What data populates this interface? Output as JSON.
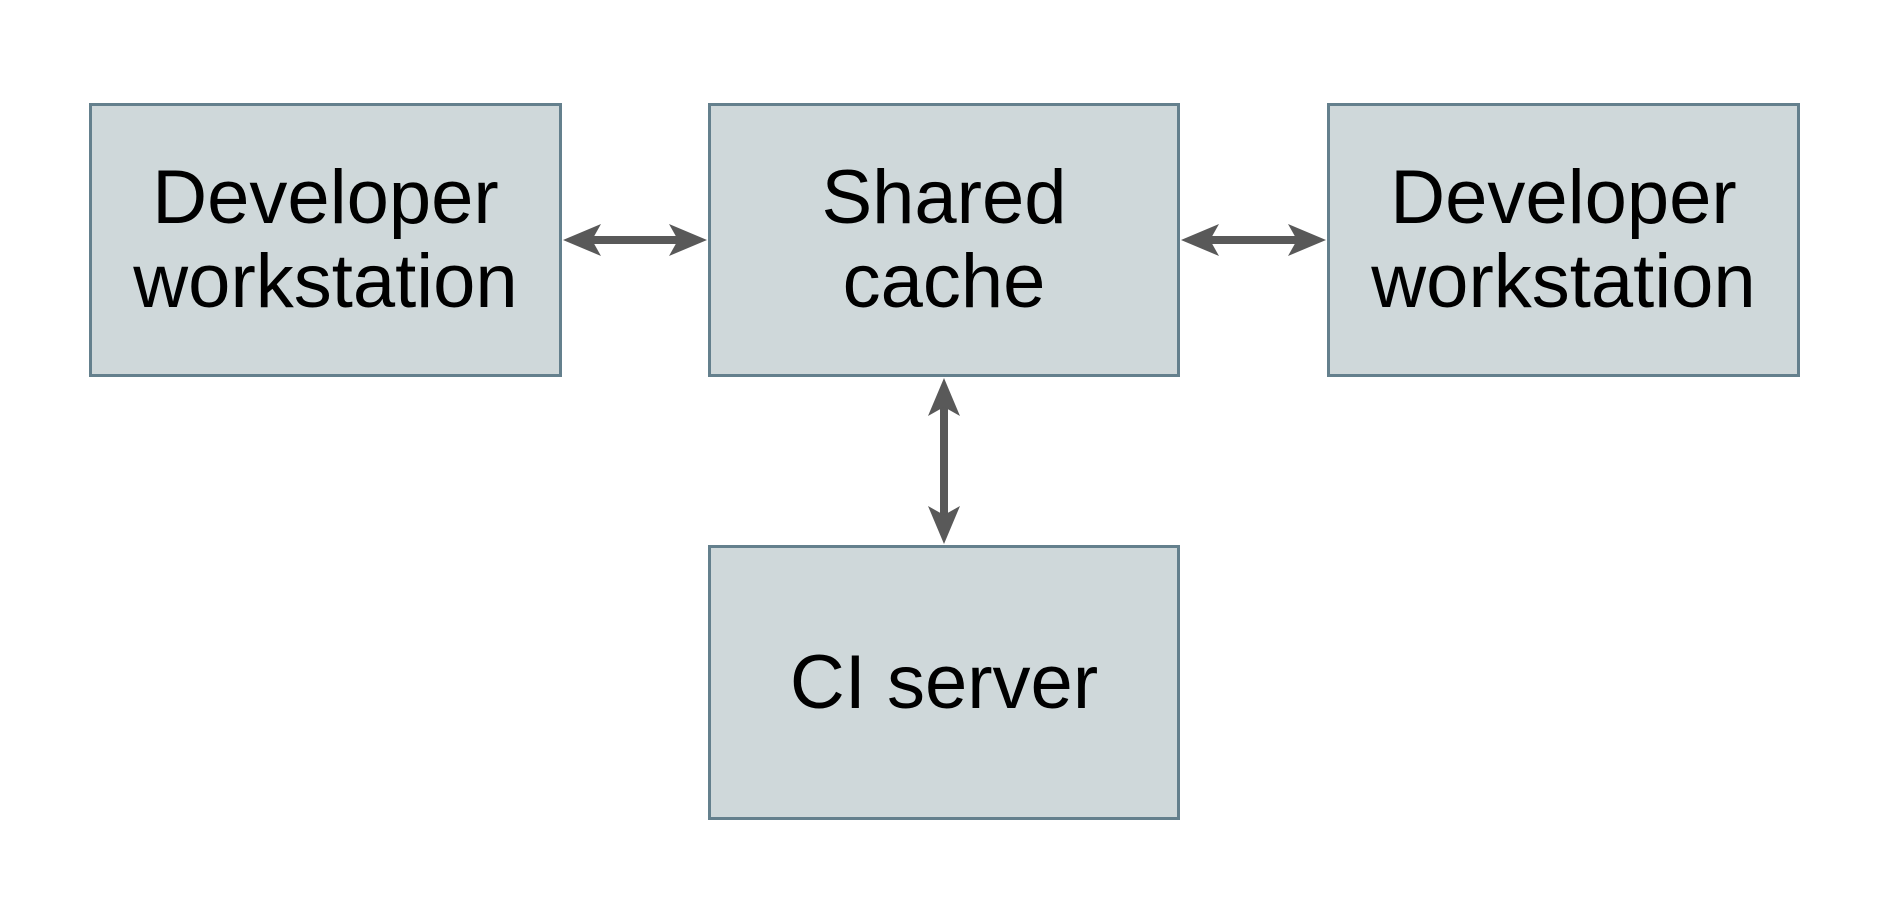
{
  "diagram": {
    "type": "block-diagram",
    "background": "#ffffff",
    "colors": {
      "background": "#ffffff",
      "box-fill": "#cfd8da",
      "box-border": "#64808d",
      "arrow": "#595959",
      "text": "#000000"
    },
    "nodes": [
      {
        "id": "developer-workstation-left",
        "label": "Developer workstation",
        "line1": "Developer",
        "line2": "workstation"
      },
      {
        "id": "shared-cache",
        "label": "Shared cache",
        "line1": "Shared",
        "line2": "cache"
      },
      {
        "id": "developer-workstation-right",
        "label": "Developer workstation",
        "line1": "Developer",
        "line2": "workstation"
      },
      {
        "id": "ci-server",
        "label": "CI server",
        "line1": "CI server",
        "line2": ""
      }
    ],
    "edges": [
      {
        "id": "devleft-cache",
        "from": "developer-workstation-left",
        "to": "shared-cache",
        "direction": "bidirectional"
      },
      {
        "id": "cache-devright",
        "from": "shared-cache",
        "to": "developer-workstation-right",
        "direction": "bidirectional"
      },
      {
        "id": "cache-ciserver",
        "from": "shared-cache",
        "to": "ci-server",
        "direction": "bidirectional"
      }
    ]
  }
}
